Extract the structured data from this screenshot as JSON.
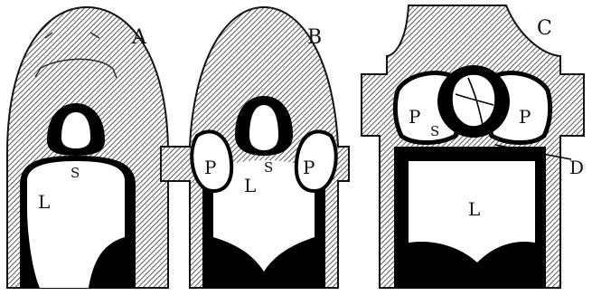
{
  "panels": [
    {
      "id": "A",
      "label": "A",
      "inner_labels": {
        "lung": "L",
        "septum": "S"
      }
    },
    {
      "id": "B",
      "label": "B",
      "inner_labels": {
        "lung": "L",
        "septum": "S",
        "pleura_left": "P",
        "pleura_right": "P"
      }
    },
    {
      "id": "C",
      "label": "C",
      "inner_labels": {
        "lung": "L",
        "septum": "S",
        "pleura_left": "P",
        "pleura_right": "P",
        "diaphragm": "D"
      }
    }
  ],
  "colors": {
    "tissue_hatch": "#333333",
    "cavity": "#000000",
    "background": "#ffffff",
    "organ": "#ffffff"
  }
}
